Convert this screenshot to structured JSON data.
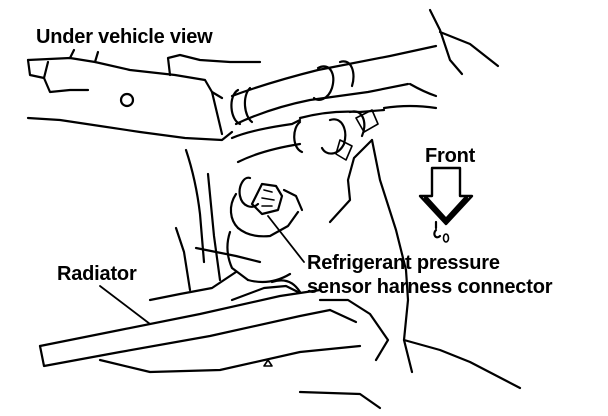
{
  "view_title": "Under vehicle view",
  "labels": {
    "front": "Front",
    "radiator": "Radiator",
    "sensor_line1": "Refrigerant pressure",
    "sensor_line2": "sensor harness connector"
  },
  "colors": {
    "ink": "#000000",
    "paper": "#ffffff"
  },
  "icons": [
    "front-direction-arrow-icon"
  ]
}
